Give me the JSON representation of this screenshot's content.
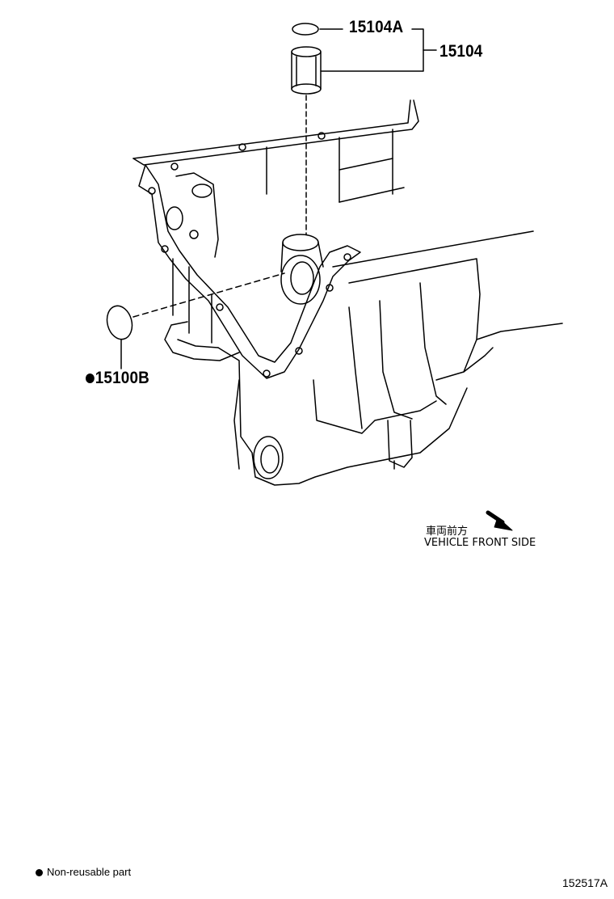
{
  "parts": {
    "oring_top": "15104A",
    "strainer": "15104",
    "oring_side": "15100B"
  },
  "direction": {
    "japanese": "車両前方",
    "english": "VEHICLE FRONT SIDE"
  },
  "legend": {
    "text": "Non-reusable part"
  },
  "diagram_code": "152517A"
}
